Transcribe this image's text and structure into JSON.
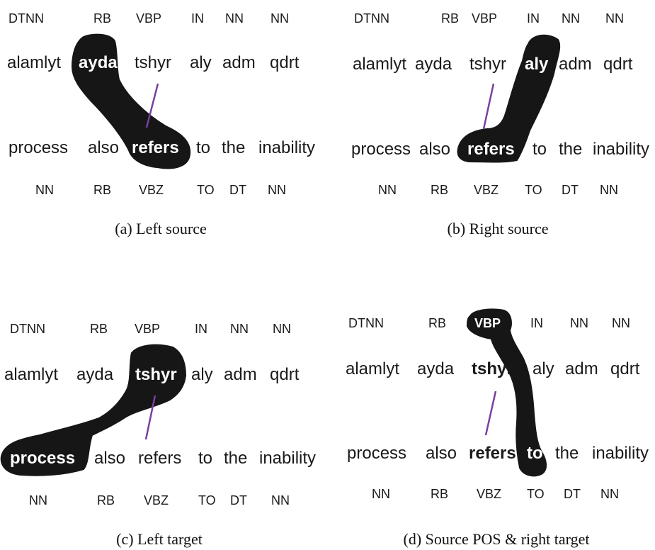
{
  "panels": [
    {
      "source_tags": [
        "DTNN",
        "RB",
        "VBP",
        "IN",
        "NN",
        "NN"
      ],
      "source_words": [
        "alamlyt",
        "ayda",
        "tshyr",
        "aly",
        "adm",
        "qdrt"
      ],
      "target_words": [
        "process",
        "also",
        "refers",
        "to",
        "the",
        "inability"
      ],
      "target_tags": [
        "NN",
        "RB",
        "VBZ",
        "TO",
        "DT",
        "NN"
      ],
      "caption": "(a)  Left source"
    },
    {
      "source_tags": [
        "DTNN",
        "RB",
        "VBP",
        "IN",
        "NN",
        "NN"
      ],
      "source_words": [
        "alamlyt",
        "ayda",
        "tshyr",
        "aly",
        "adm",
        "qdrt"
      ],
      "target_words": [
        "process",
        "also",
        "refers",
        "to",
        "the",
        "inability"
      ],
      "target_tags": [
        "NN",
        "RB",
        "VBZ",
        "TO",
        "DT",
        "NN"
      ],
      "caption": "(b)  Right source"
    },
    {
      "source_tags": [
        "DTNN",
        "RB",
        "VBP",
        "IN",
        "NN",
        "NN"
      ],
      "source_words": [
        "alamlyt",
        "ayda",
        "tshyr",
        "aly",
        "adm",
        "qdrt"
      ],
      "target_words": [
        "process",
        "also",
        "refers",
        "to",
        "the",
        "inability"
      ],
      "target_tags": [
        "NN",
        "RB",
        "VBZ",
        "TO",
        "DT",
        "NN"
      ],
      "caption": "(c)  Left target"
    },
    {
      "source_tags": [
        "DTNN",
        "RB",
        "VBP",
        "IN",
        "NN",
        "NN"
      ],
      "source_words": [
        "alamlyt",
        "ayda",
        "tshyr",
        "aly",
        "adm",
        "qdrt"
      ],
      "target_words": [
        "process",
        "also",
        "refers",
        "to",
        "the",
        "inability"
      ],
      "target_tags": [
        "NN",
        "RB",
        "VBZ",
        "TO",
        "DT",
        "NN"
      ],
      "caption": "(d)  Source POS & right target"
    }
  ],
  "colors": {
    "blob": "#161616",
    "alignment_link": "#7a3fa0"
  }
}
